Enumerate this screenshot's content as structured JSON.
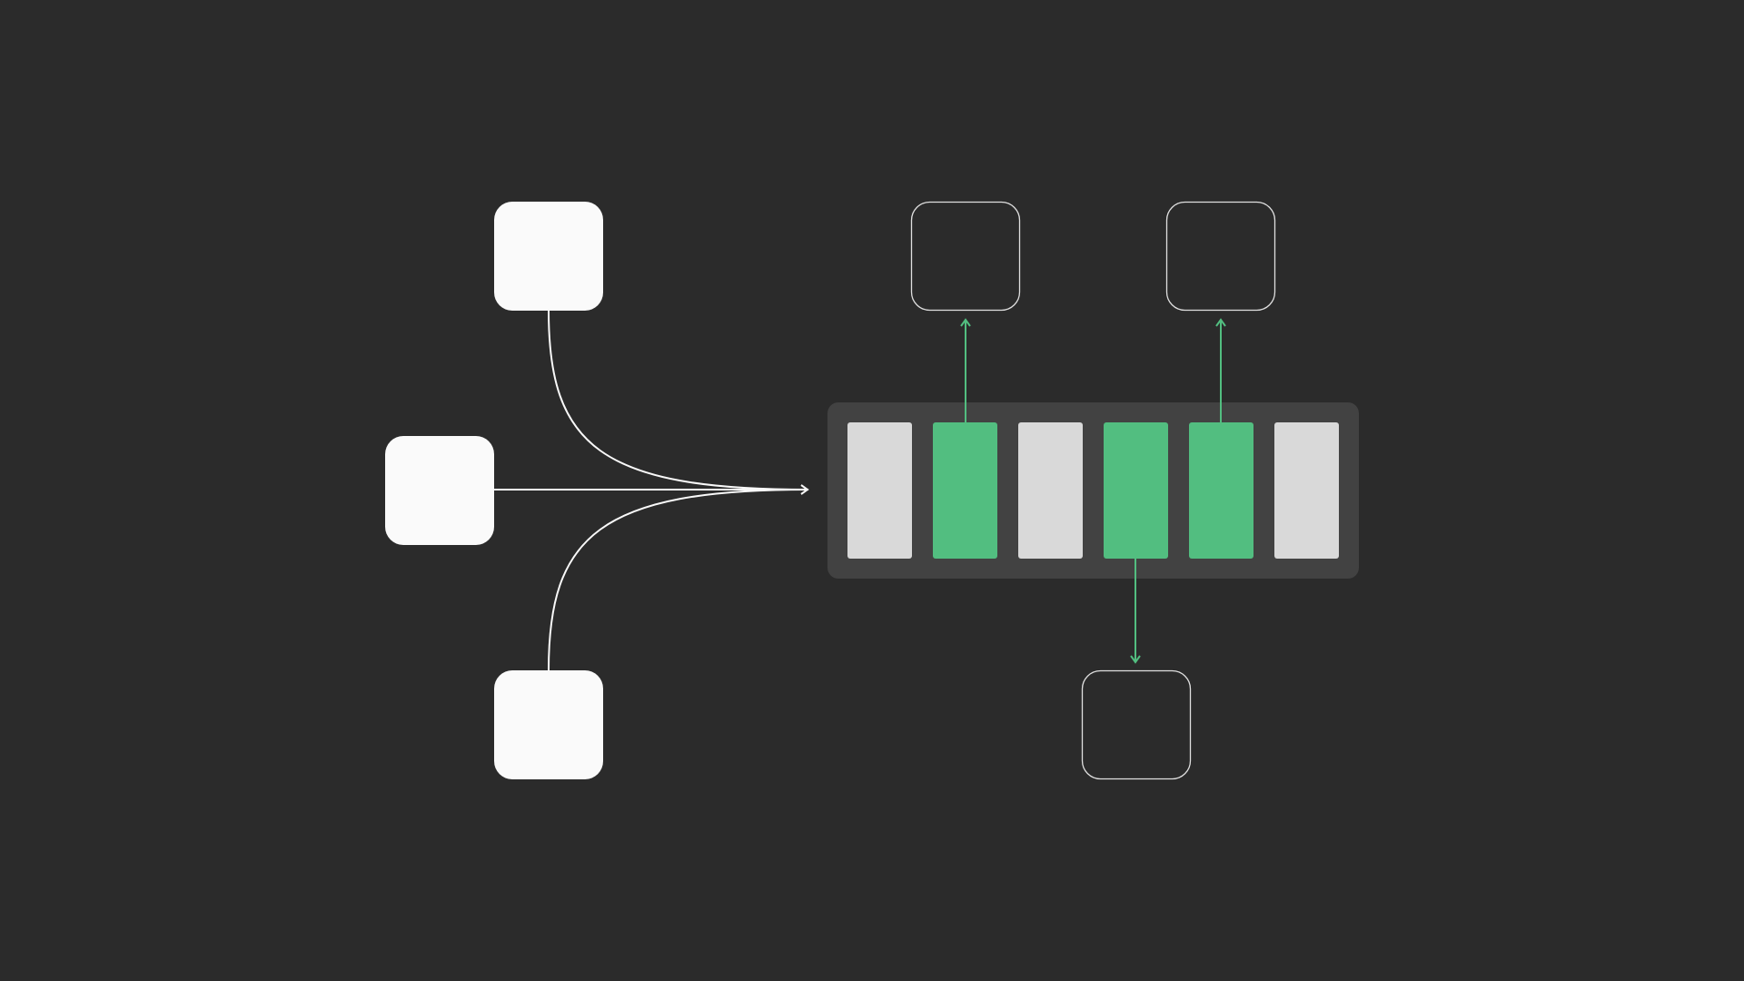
{
  "colors": {
    "background": "#2b2b2b",
    "source_fill": "#fafafa",
    "connector": "#fafafa",
    "container": "#424242",
    "slot_empty": "#d9d9d9",
    "slot_active": "#52be80",
    "target_outline": "#e0e0e0"
  },
  "sources": [
    {
      "name": "source-top"
    },
    {
      "name": "source-middle"
    },
    {
      "name": "source-bottom"
    }
  ],
  "slots": [
    {
      "state": "empty"
    },
    {
      "state": "active",
      "output": "up"
    },
    {
      "state": "empty"
    },
    {
      "state": "active",
      "output": "down"
    },
    {
      "state": "active",
      "output": "up"
    },
    {
      "state": "empty"
    }
  ]
}
